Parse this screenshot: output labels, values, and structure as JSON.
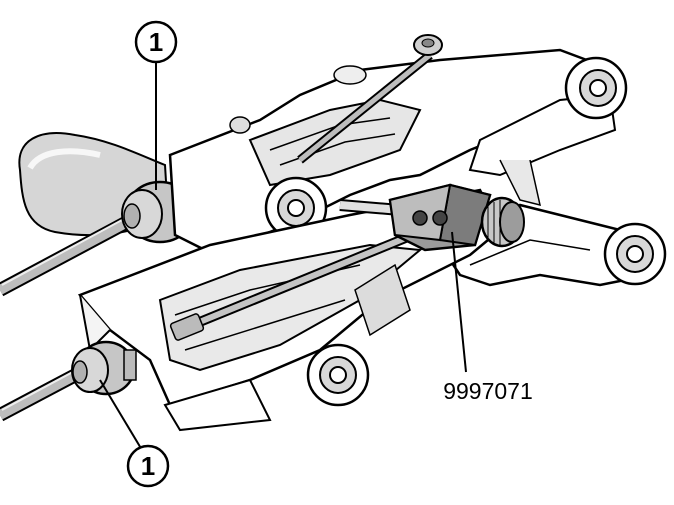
{
  "callouts": [
    {
      "label": "1"
    },
    {
      "label": "1"
    }
  ],
  "tool_label": "9997071",
  "colors": {
    "line": "#000000",
    "fill_light": "#ffffff",
    "shade": "#d4d4d4",
    "shade_dark": "#a8a8a8"
  }
}
